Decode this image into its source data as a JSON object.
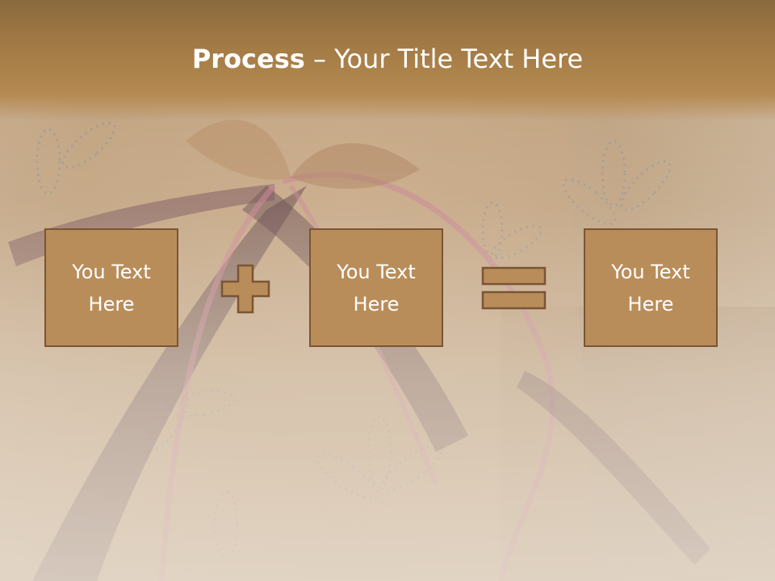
{
  "slide": {
    "title_bold": "Process",
    "title_rest": " – Your Title Text Here",
    "colors": {
      "title_bar": "#a47b45",
      "box_fill": "#b98d5a",
      "box_border": "#7a5534",
      "text": "#ffffff"
    }
  },
  "process": {
    "boxes": [
      {
        "label": "You Text Here"
      },
      {
        "label": "You Text Here"
      },
      {
        "label": "You Text Here"
      }
    ],
    "operators": [
      "plus-icon",
      "equals-icon"
    ]
  }
}
